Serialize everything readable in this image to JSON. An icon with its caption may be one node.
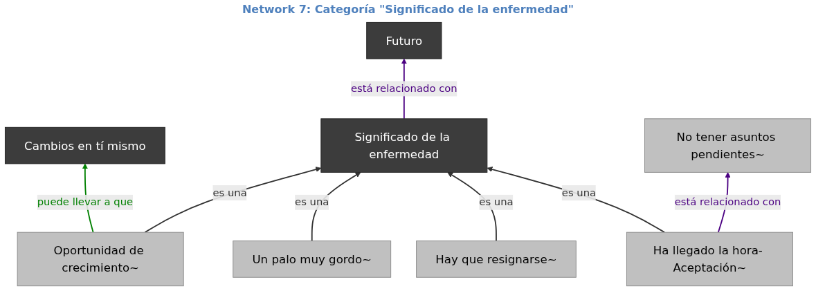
{
  "diagram": {
    "title": "Network 7: Categoría \"Significado de la enfermedad\"",
    "nodes": [
      {
        "text": [
          "Cambios en tí mismo"
        ]
      },
      {
        "text": [
          "Significado de la enfermedad"
        ]
      },
      {
        "text": [
          "Futuro"
        ]
      },
      {
        "text": [
          "No tener asuntos pendientes~"
        ]
      },
      {
        "text": [
          "Oportunidad de crecimiento~"
        ]
      },
      {
        "text": [
          "Un palo muy gordo~"
        ]
      },
      {
        "text": [
          "Hay que resignarse~"
        ]
      },
      {
        "text": [
          "Ha llegado la hora- Aceptación~"
        ]
      }
    ],
    "edges": [
      {
        "from": 4,
        "to": 0,
        "arrow": "to",
        "label": "puede llevar a que",
        "color": "#008000"
      },
      {
        "from": 1,
        "to": 2,
        "arrow": "to",
        "label": "está relacionado con",
        "color": "#4b0082"
      },
      {
        "from": 4,
        "to": 1,
        "arrow": "to",
        "label": "es una"
      },
      {
        "from": 5,
        "to": 1,
        "arrow": "to",
        "label": "es una"
      },
      {
        "from": 6,
        "to": 1,
        "arrow": "to",
        "label": "es una"
      },
      {
        "from": 7,
        "to": 1,
        "arrow": "to",
        "label": "es una"
      },
      {
        "from": 7,
        "to": 3,
        "arrow": "to",
        "label": "está relacionado con",
        "color": "#4b0082"
      }
    ]
  }
}
